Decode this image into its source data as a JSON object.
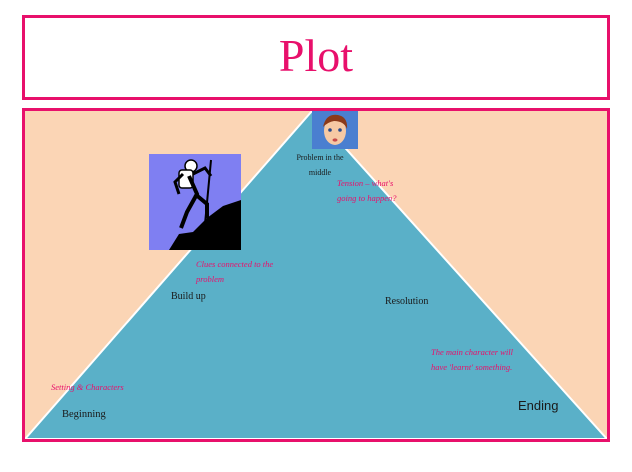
{
  "title": "Plot",
  "colors": {
    "accent": "#e8106b",
    "background_panel": "#fbd5b5",
    "mountain": "#5ab0c8"
  },
  "stages": {
    "beginning": "Beginning",
    "build_up": "Build up",
    "problem": "Problem in the middle",
    "resolution": "Resolution",
    "ending": "Ending"
  },
  "notes": {
    "setting": "Setting & Characters",
    "clues": "Clues connected to the problem",
    "tension": "Tension – what's going to happen?",
    "learnt": "The main character will have 'learnt' something."
  },
  "images": {
    "climber": "climber-image",
    "face": "character-face-image"
  }
}
